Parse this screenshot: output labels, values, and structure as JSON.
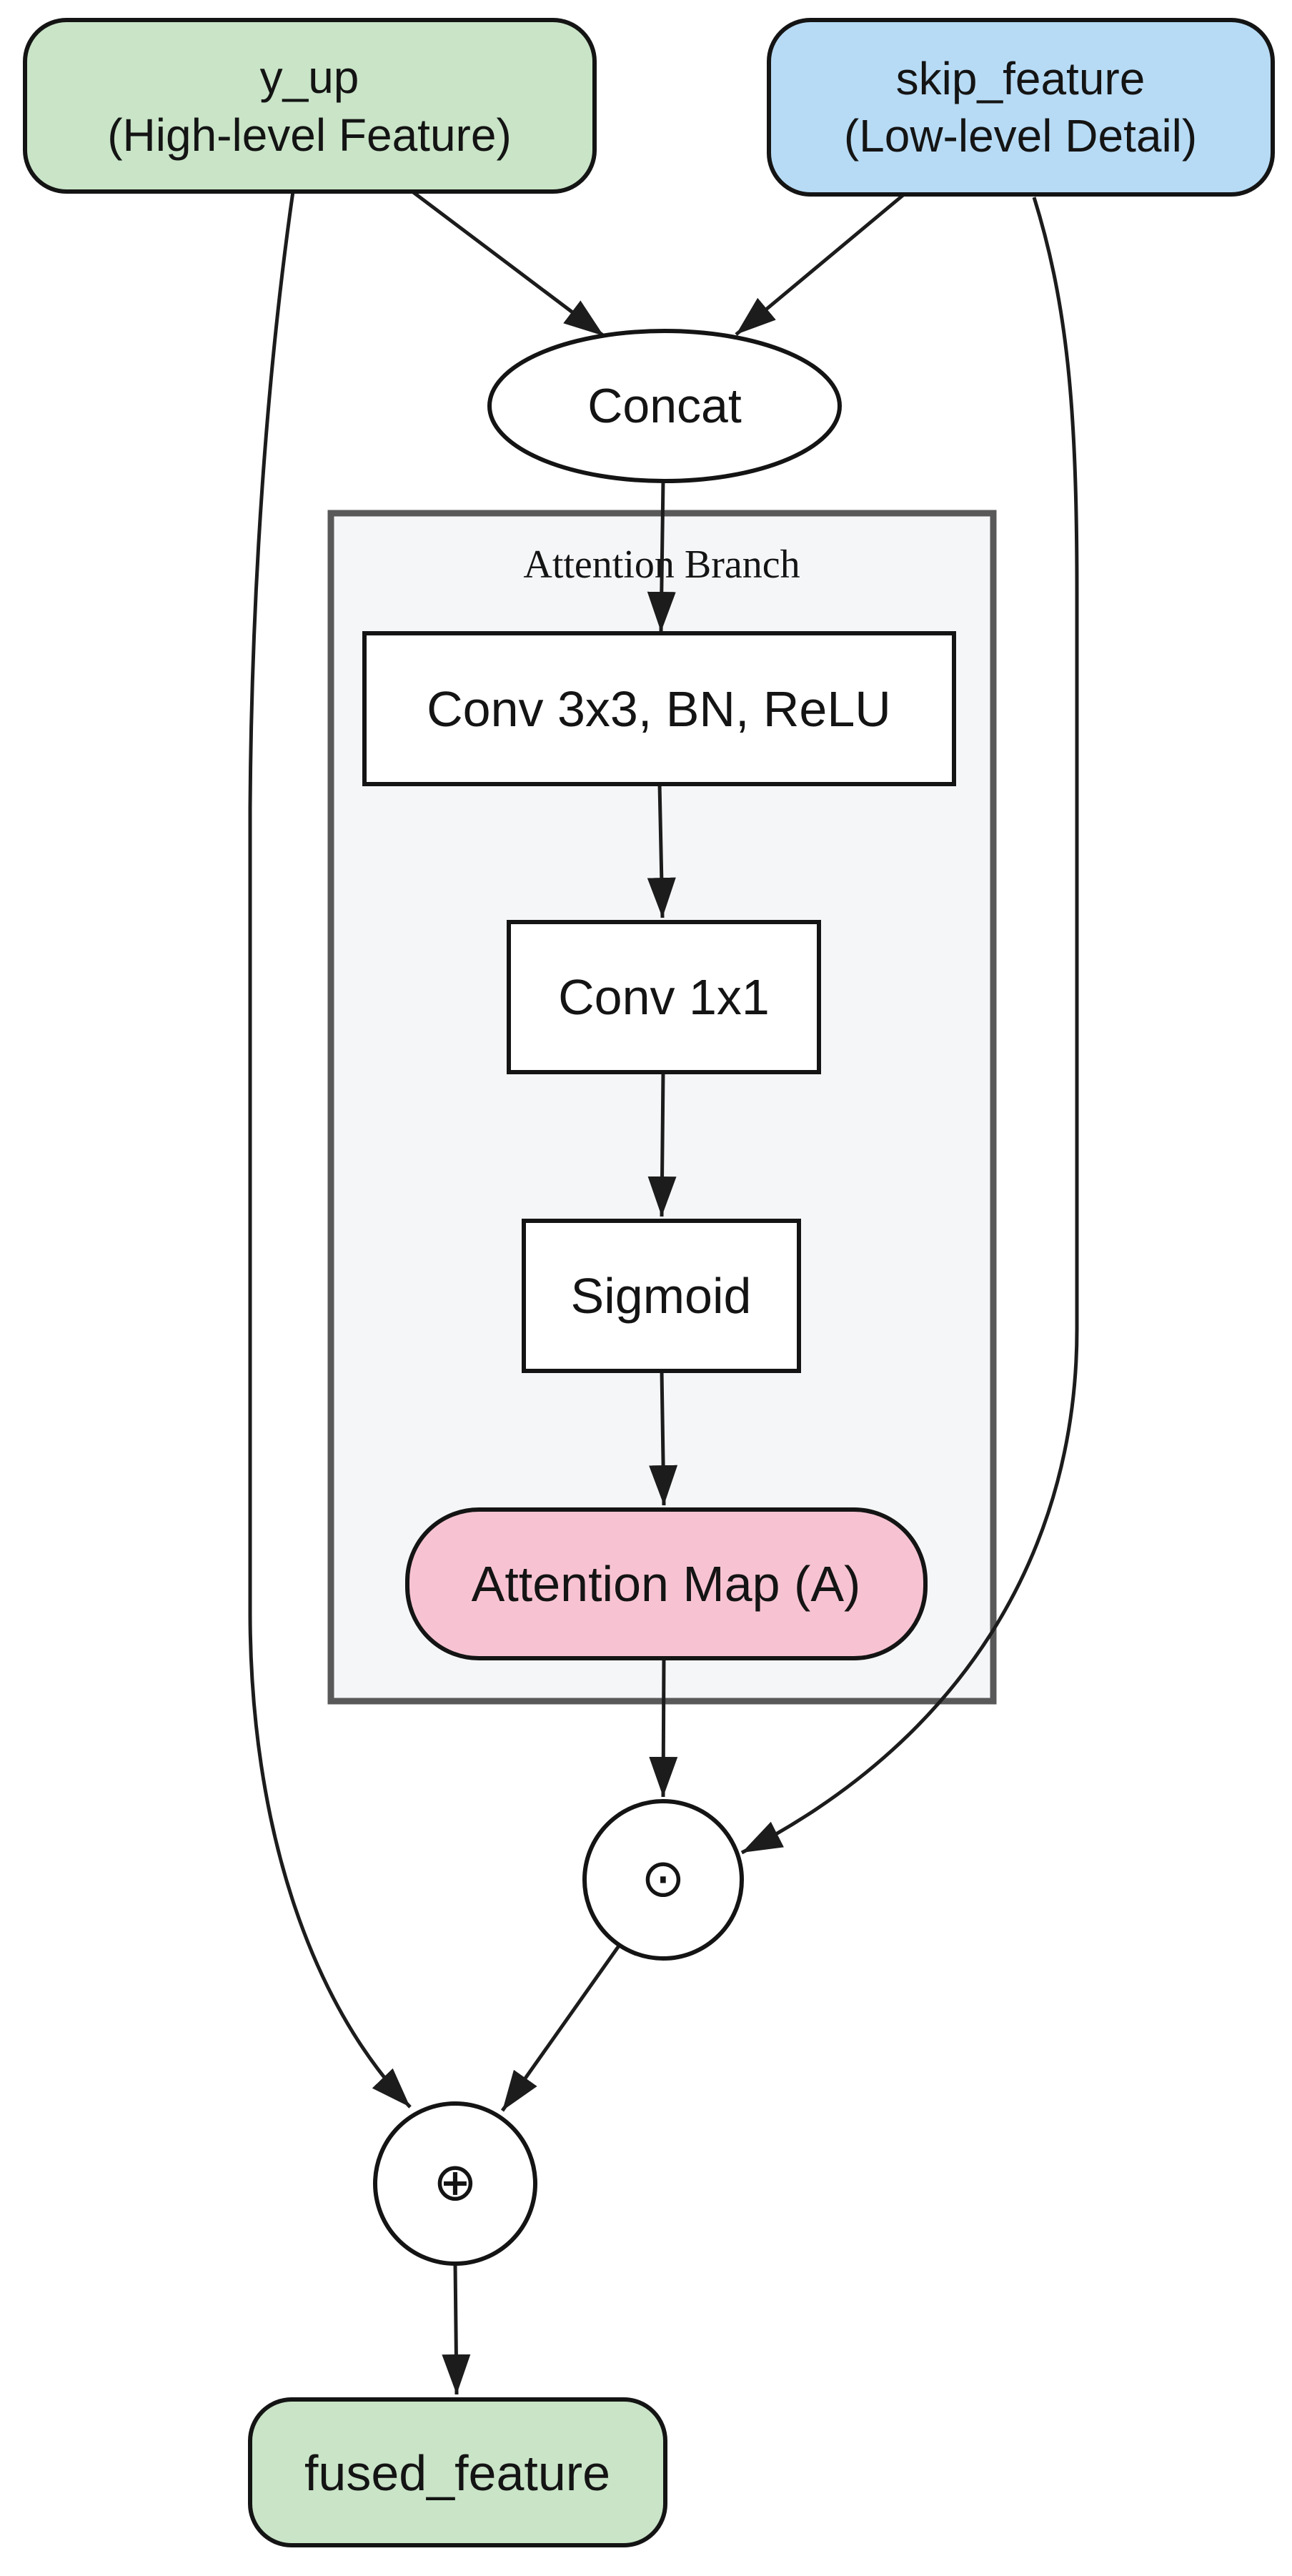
{
  "diagram": {
    "type": "flow-diagram",
    "background": "#ffffff",
    "nodes": {
      "y_up": {
        "line1": "y_up",
        "line2": "(High-level Feature)",
        "shape": "rounded-rect",
        "fill": "#c9e4c7"
      },
      "skip_feature": {
        "line1": "skip_feature",
        "line2": "(Low-level Detail)",
        "shape": "rounded-rect",
        "fill": "#b7dbf5"
      },
      "concat": {
        "label": "Concat",
        "shape": "ellipse",
        "fill": "#ffffff"
      },
      "attention_branch": {
        "label": "Attention Branch",
        "shape": "container",
        "fill": "#f5f6f8"
      },
      "conv3x3": {
        "label": "Conv 3x3, BN, ReLU",
        "shape": "rect",
        "fill": "#ffffff"
      },
      "conv1x1": {
        "label": "Conv 1x1",
        "shape": "rect",
        "fill": "#ffffff"
      },
      "sigmoid": {
        "label": "Sigmoid",
        "shape": "rect",
        "fill": "#ffffff"
      },
      "attention_map": {
        "label": "Attention Map (A)",
        "shape": "rounded-rect",
        "fill": "#f7c3d2"
      },
      "multiply": {
        "symbol": "⊙",
        "meaning": "element-wise multiplication",
        "shape": "circle",
        "fill": "#ffffff"
      },
      "add": {
        "symbol": "⊕",
        "meaning": "element-wise addition",
        "shape": "circle",
        "fill": "#ffffff"
      },
      "fused_feature": {
        "label": "fused_feature",
        "shape": "rounded-rect",
        "fill": "#c9e4c7"
      }
    },
    "edges": [
      {
        "from": "y_up",
        "to": "concat"
      },
      {
        "from": "skip_feature",
        "to": "concat"
      },
      {
        "from": "concat",
        "to": "conv3x3"
      },
      {
        "from": "conv3x3",
        "to": "conv1x1"
      },
      {
        "from": "conv1x1",
        "to": "sigmoid"
      },
      {
        "from": "sigmoid",
        "to": "attention_map"
      },
      {
        "from": "attention_map",
        "to": "multiply"
      },
      {
        "from": "skip_feature",
        "to": "multiply"
      },
      {
        "from": "y_up",
        "to": "add"
      },
      {
        "from": "multiply",
        "to": "add"
      },
      {
        "from": "add",
        "to": "fused_feature"
      }
    ],
    "colors": {
      "green": "#c9e4c7",
      "blue": "#b7dbf5",
      "pink": "#f7c3d2",
      "white": "#ffffff",
      "cluster_fill": "#f5f6f8",
      "cluster_border": "#595959",
      "node_border": "#141414",
      "edge": "#1c1c1c",
      "text": "#141414",
      "background": "#ffffff"
    }
  }
}
